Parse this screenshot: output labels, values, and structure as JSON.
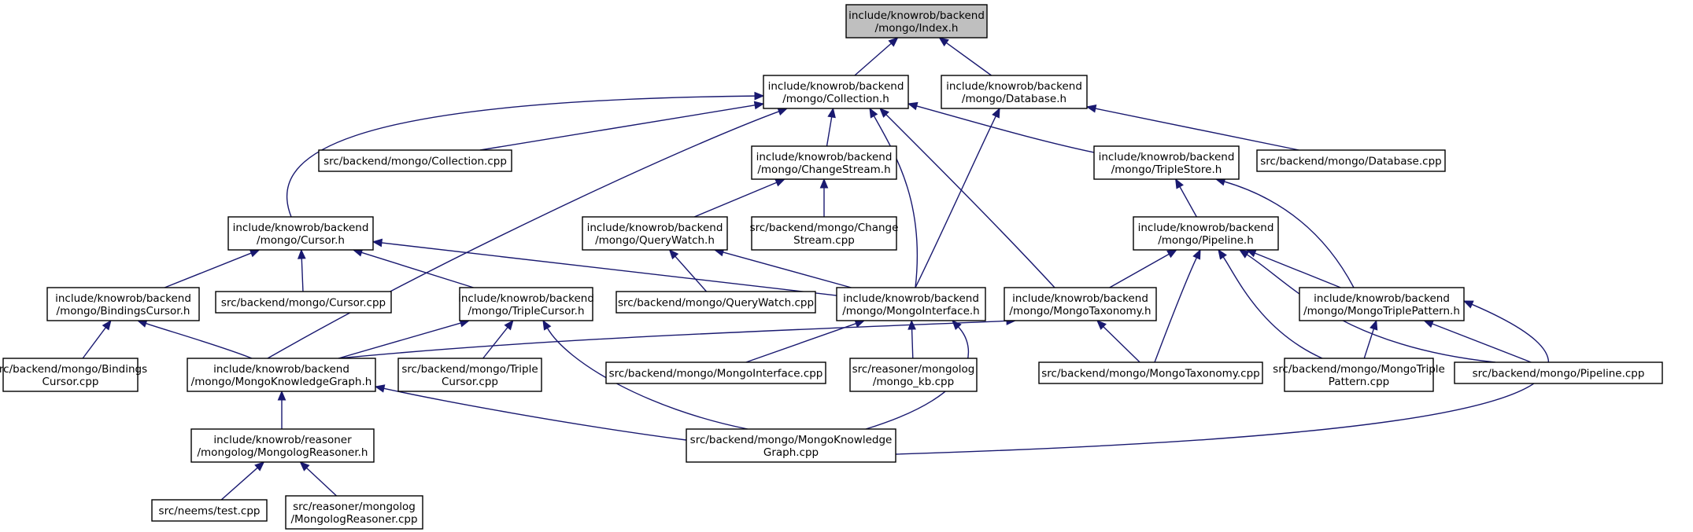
{
  "nodes": [
    {
      "id": "index_h",
      "lines": [
        "include/knowrob/backend",
        "/mongo/Index.h"
      ],
      "root": true
    },
    {
      "id": "collection_h",
      "lines": [
        "include/knowrob/backend",
        "/mongo/Collection.h"
      ]
    },
    {
      "id": "database_h",
      "lines": [
        "include/knowrob/backend",
        "/mongo/Database.h"
      ]
    },
    {
      "id": "collection_cpp",
      "lines": [
        "src/backend/mongo/Collection.cpp"
      ]
    },
    {
      "id": "changestream_h",
      "lines": [
        "include/knowrob/backend",
        "/mongo/ChangeStream.h"
      ]
    },
    {
      "id": "triplestore_h",
      "lines": [
        "include/knowrob/backend",
        "/mongo/TripleStore.h"
      ]
    },
    {
      "id": "database_cpp",
      "lines": [
        "src/backend/mongo/Database.cpp"
      ]
    },
    {
      "id": "cursor_h",
      "lines": [
        "include/knowrob/backend",
        "/mongo/Cursor.h"
      ]
    },
    {
      "id": "querywatch_h",
      "lines": [
        "include/knowrob/backend",
        "/mongo/QueryWatch.h"
      ]
    },
    {
      "id": "changestream_cpp",
      "lines": [
        "src/backend/mongo/Change",
        "Stream.cpp"
      ]
    },
    {
      "id": "pipeline_h",
      "lines": [
        "include/knowrob/backend",
        "/mongo/Pipeline.h"
      ]
    },
    {
      "id": "bindingscursor_h",
      "lines": [
        "include/knowrob/backend",
        "/mongo/BindingsCursor.h"
      ]
    },
    {
      "id": "cursor_cpp",
      "lines": [
        "src/backend/mongo/Cursor.cpp"
      ]
    },
    {
      "id": "triplecursor_h",
      "lines": [
        "include/knowrob/backend",
        "/mongo/TripleCursor.h"
      ]
    },
    {
      "id": "querywatch_cpp",
      "lines": [
        "src/backend/mongo/QueryWatch.cpp"
      ]
    },
    {
      "id": "mongointerface_h",
      "lines": [
        "include/knowrob/backend",
        "/mongo/MongoInterface.h"
      ]
    },
    {
      "id": "mongotaxonomy_h",
      "lines": [
        "include/knowrob/backend",
        "/mongo/MongoTaxonomy.h"
      ]
    },
    {
      "id": "mongotriplepattern_h",
      "lines": [
        "include/knowrob/backend",
        "/mongo/MongoTriplePattern.h"
      ]
    },
    {
      "id": "bindingscursor_cpp",
      "lines": [
        "src/backend/mongo/Bindings",
        "Cursor.cpp"
      ]
    },
    {
      "id": "mongokg_h",
      "lines": [
        "include/knowrob/backend",
        "/mongo/MongoKnowledgeGraph.h"
      ]
    },
    {
      "id": "triplecursor_cpp",
      "lines": [
        "src/backend/mongo/Triple",
        "Cursor.cpp"
      ]
    },
    {
      "id": "mongointerface_cpp",
      "lines": [
        "src/backend/mongo/MongoInterface.cpp"
      ]
    },
    {
      "id": "mongo_kb_cpp",
      "lines": [
        "src/reasoner/mongolog",
        "/mongo_kb.cpp"
      ]
    },
    {
      "id": "mongotaxonomy_cpp",
      "lines": [
        "src/backend/mongo/MongoTaxonomy.cpp"
      ]
    },
    {
      "id": "mongotriplepattern_cpp",
      "lines": [
        "src/backend/mongo/MongoTriple",
        "Pattern.cpp"
      ]
    },
    {
      "id": "pipeline_cpp",
      "lines": [
        "src/backend/mongo/Pipeline.cpp"
      ]
    },
    {
      "id": "mongologreasoner_h",
      "lines": [
        "include/knowrob/reasoner",
        "/mongolog/MongologReasoner.h"
      ]
    },
    {
      "id": "mongokg_cpp",
      "lines": [
        "src/backend/mongo/MongoKnowledge",
        "Graph.cpp"
      ]
    },
    {
      "id": "test_cpp",
      "lines": [
        "src/neems/test.cpp"
      ]
    },
    {
      "id": "mongologreasoner_cpp",
      "lines": [
        "src/reasoner/mongolog",
        "/MongologReasoner.cpp"
      ]
    }
  ],
  "edges": [
    {
      "from": "collection_h",
      "to": "index_h"
    },
    {
      "from": "database_h",
      "to": "index_h"
    },
    {
      "from": "cursor_h",
      "to": "collection_h"
    },
    {
      "from": "collection_cpp",
      "to": "collection_h"
    },
    {
      "from": "changestream_h",
      "to": "collection_h"
    },
    {
      "from": "triplestore_h",
      "to": "collection_h"
    },
    {
      "from": "mongokg_h",
      "to": "collection_h"
    },
    {
      "from": "mongointerface_h",
      "to": "collection_h"
    },
    {
      "from": "mongotaxonomy_h",
      "to": "collection_h"
    },
    {
      "from": "database_cpp",
      "to": "database_h"
    },
    {
      "from": "mongointerface_h",
      "to": "database_h"
    },
    {
      "from": "querywatch_h",
      "to": "changestream_h"
    },
    {
      "from": "changestream_cpp",
      "to": "changestream_h"
    },
    {
      "from": "pipeline_h",
      "to": "triplestore_h"
    },
    {
      "from": "mongotriplepattern_h",
      "to": "triplestore_h"
    },
    {
      "from": "bindingscursor_h",
      "to": "cursor_h"
    },
    {
      "from": "cursor_cpp",
      "to": "cursor_h"
    },
    {
      "from": "triplecursor_h",
      "to": "cursor_h"
    },
    {
      "from": "mongointerface_h",
      "to": "cursor_h"
    },
    {
      "from": "querywatch_cpp",
      "to": "querywatch_h"
    },
    {
      "from": "mongointerface_h",
      "to": "querywatch_h"
    },
    {
      "from": "mongotaxonomy_h",
      "to": "pipeline_h"
    },
    {
      "from": "mongotriplepattern_h",
      "to": "pipeline_h"
    },
    {
      "from": "mongotaxonomy_cpp",
      "to": "pipeline_h"
    },
    {
      "from": "mongotriplepattern_cpp",
      "to": "pipeline_h"
    },
    {
      "from": "pipeline_cpp",
      "to": "pipeline_h"
    },
    {
      "from": "bindingscursor_cpp",
      "to": "bindingscursor_h"
    },
    {
      "from": "mongokg_h",
      "to": "bindingscursor_h"
    },
    {
      "from": "mongokg_h",
      "to": "triplecursor_h"
    },
    {
      "from": "triplecursor_cpp",
      "to": "triplecursor_h"
    },
    {
      "from": "mongokg_cpp",
      "to": "triplecursor_h"
    },
    {
      "from": "mongointerface_cpp",
      "to": "mongointerface_h"
    },
    {
      "from": "mongo_kb_cpp",
      "to": "mongointerface_h"
    },
    {
      "from": "mongokg_cpp",
      "to": "mongointerface_h"
    },
    {
      "from": "mongokg_h",
      "to": "mongotaxonomy_h"
    },
    {
      "from": "mongotaxonomy_cpp",
      "to": "mongotaxonomy_h"
    },
    {
      "from": "mongotriplepattern_cpp",
      "to": "mongotriplepattern_h"
    },
    {
      "from": "pipeline_cpp",
      "to": "mongotriplepattern_h"
    },
    {
      "from": "mongokg_cpp",
      "to": "mongotriplepattern_h"
    },
    {
      "from": "mongologreasoner_h",
      "to": "mongokg_h"
    },
    {
      "from": "mongokg_cpp",
      "to": "mongokg_h"
    },
    {
      "from": "test_cpp",
      "to": "mongologreasoner_h"
    },
    {
      "from": "mongologreasoner_cpp",
      "to": "mongologreasoner_h"
    }
  ]
}
